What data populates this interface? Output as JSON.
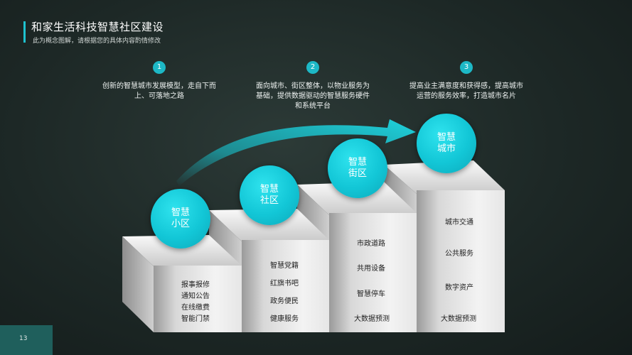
{
  "header": {
    "title": "和家生活科技智慧社区建设",
    "subtitle": "此为概念图解，请根据您的具体内容酌情修改"
  },
  "steps": [
    {
      "number": "1",
      "description": "创新的智慧城市发展模型，走自下而上、可落地之路"
    },
    {
      "number": "2",
      "description": "面向城市、街区整体，以物业服务为基础，提供数据驱动的智慧服务硬件和系统平台"
    },
    {
      "number": "3",
      "description": "提高业主满意度和获得感，提高城市运营的服务效率，打造城市名片"
    }
  ],
  "levels": [
    {
      "label_line1": "智慧",
      "label_line2": "小区",
      "items": [
        "报事报修",
        "通知公告",
        "在线缴费",
        "智能门禁"
      ]
    },
    {
      "label_line1": "智慧",
      "label_line2": "社区",
      "items": [
        "智慧党籍",
        "红旗书吧",
        "政务便民",
        "健康服务"
      ]
    },
    {
      "label_line1": "智慧",
      "label_line2": "街区",
      "items": [
        "市政道路",
        "共用设备",
        "智慧停车",
        "大数据预测"
      ]
    },
    {
      "label_line1": "智慧",
      "label_line2": "城市",
      "items": [
        "城市交通",
        "公共服务",
        "数字资产",
        "大数据预测"
      ]
    }
  ],
  "footer": {
    "page_number": "13"
  },
  "colors": {
    "accent": "#1fc2cf",
    "background": "#1d2826",
    "page_box": "#1f5f5c"
  }
}
